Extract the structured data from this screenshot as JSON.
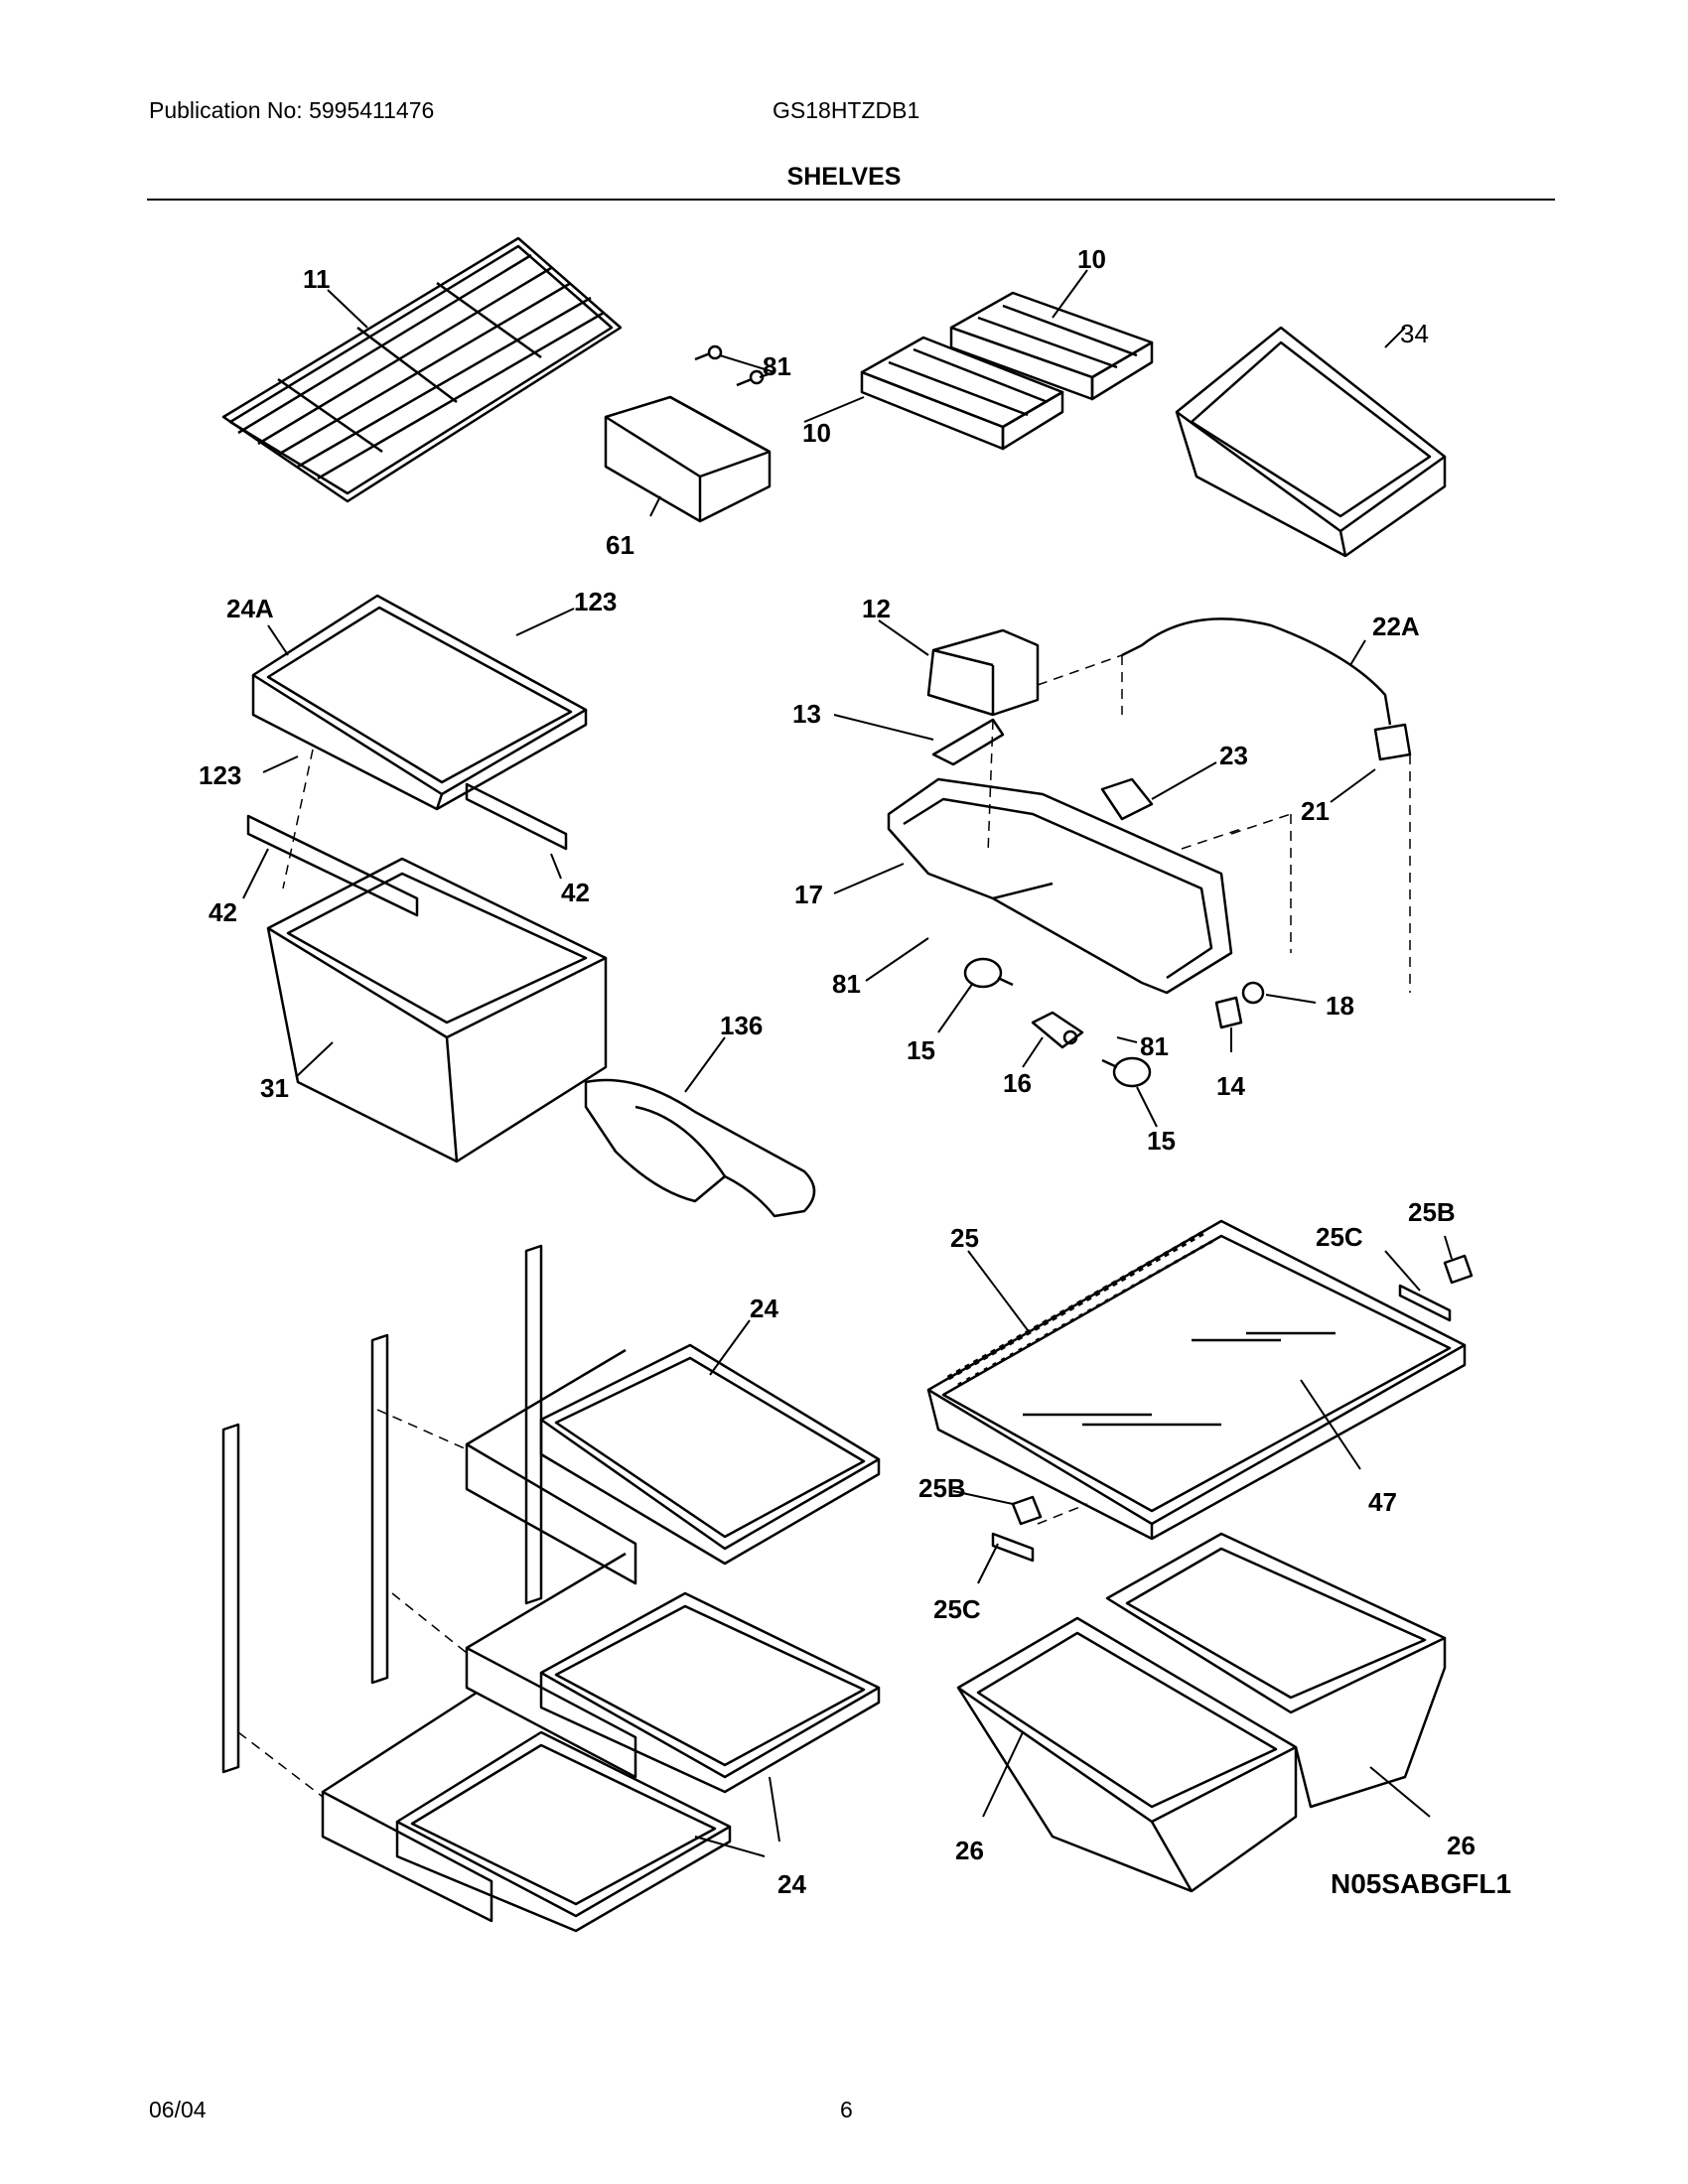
{
  "header": {
    "publication": "Publication No: 5995411476",
    "model": "GS18HTZDB1"
  },
  "section_title": "SHELVES",
  "parts": {
    "p11": "11",
    "p10a": "10",
    "p10b": "10",
    "p34": "34",
    "p81a": "81",
    "p61": "61",
    "p24A": "24A",
    "p123a": "123",
    "p123b": "123",
    "p42a": "42",
    "p42b": "42",
    "p31": "31",
    "p12": "12",
    "p22A": "22A",
    "p13": "13",
    "p23": "23",
    "p21": "21",
    "p17": "17",
    "p81b": "81",
    "p18": "18",
    "p15a": "15",
    "p16": "16",
    "p81c": "81",
    "p14": "14",
    "p15b": "15",
    "p136": "136",
    "p25": "25",
    "p25B1": "25B",
    "p25C1": "25C",
    "p24a": "24",
    "p47": "47",
    "p25B2": "25B",
    "p25C2": "25C",
    "p24b": "24",
    "p26a": "26",
    "p26b": "26"
  },
  "diagram_code": "N05SABGFL1",
  "footer": {
    "date": "06/04",
    "page": "6"
  }
}
